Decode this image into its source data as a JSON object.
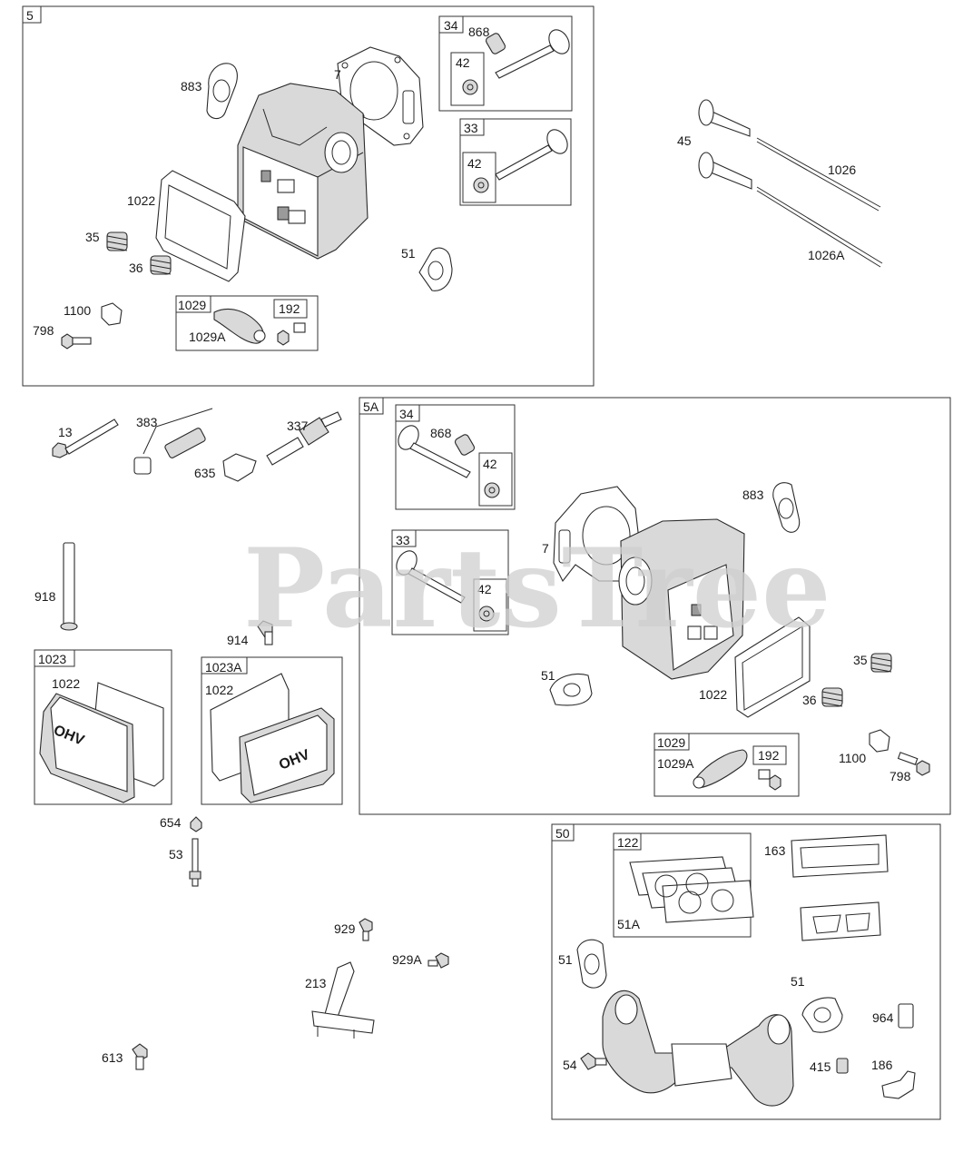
{
  "watermark": "PartsTree",
  "groups": {
    "g5": "5",
    "g5a": "5A",
    "g50": "50",
    "g34a": "34",
    "g42a": "42",
    "g33a": "33",
    "g42b": "42",
    "g1029a": "1029",
    "g192a": "192",
    "g34b": "34",
    "g42c": "42",
    "g33b": "33",
    "g42d": "42",
    "g1029b": "1029",
    "g192b": "192",
    "g1023": "1023",
    "g1023a": "1023A",
    "g122": "122"
  },
  "labels": {
    "l868a": "868",
    "l883a": "883",
    "l7a": "7",
    "l1022a": "1022",
    "l35a": "35",
    "l36a": "36",
    "l51a": "51",
    "l1100a": "1100",
    "l798a": "798",
    "l1029Aa": "1029A",
    "l45": "45",
    "l1026": "1026",
    "l1026A": "1026A",
    "l13": "13",
    "l383": "383",
    "l337": "337",
    "l635": "635",
    "l868b": "868",
    "l918": "918",
    "l914": "914",
    "l883b": "883",
    "l7b": "7",
    "l51b": "51",
    "l1022b": "1022",
    "l35b": "35",
    "l36b": "36",
    "l1029Ab": "1029A",
    "l1100b": "1100",
    "l798b": "798",
    "l1022c": "1022",
    "l1022d": "1022",
    "l654": "654",
    "l53": "53",
    "l929": "929",
    "l929A": "929A",
    "l213": "213",
    "l613": "613",
    "l163": "163",
    "l51Ac": "51A",
    "l51c": "51",
    "l51d": "51",
    "l964": "964",
    "l54": "54",
    "l415": "415",
    "l186": "186"
  },
  "emblem_text": "OHV"
}
